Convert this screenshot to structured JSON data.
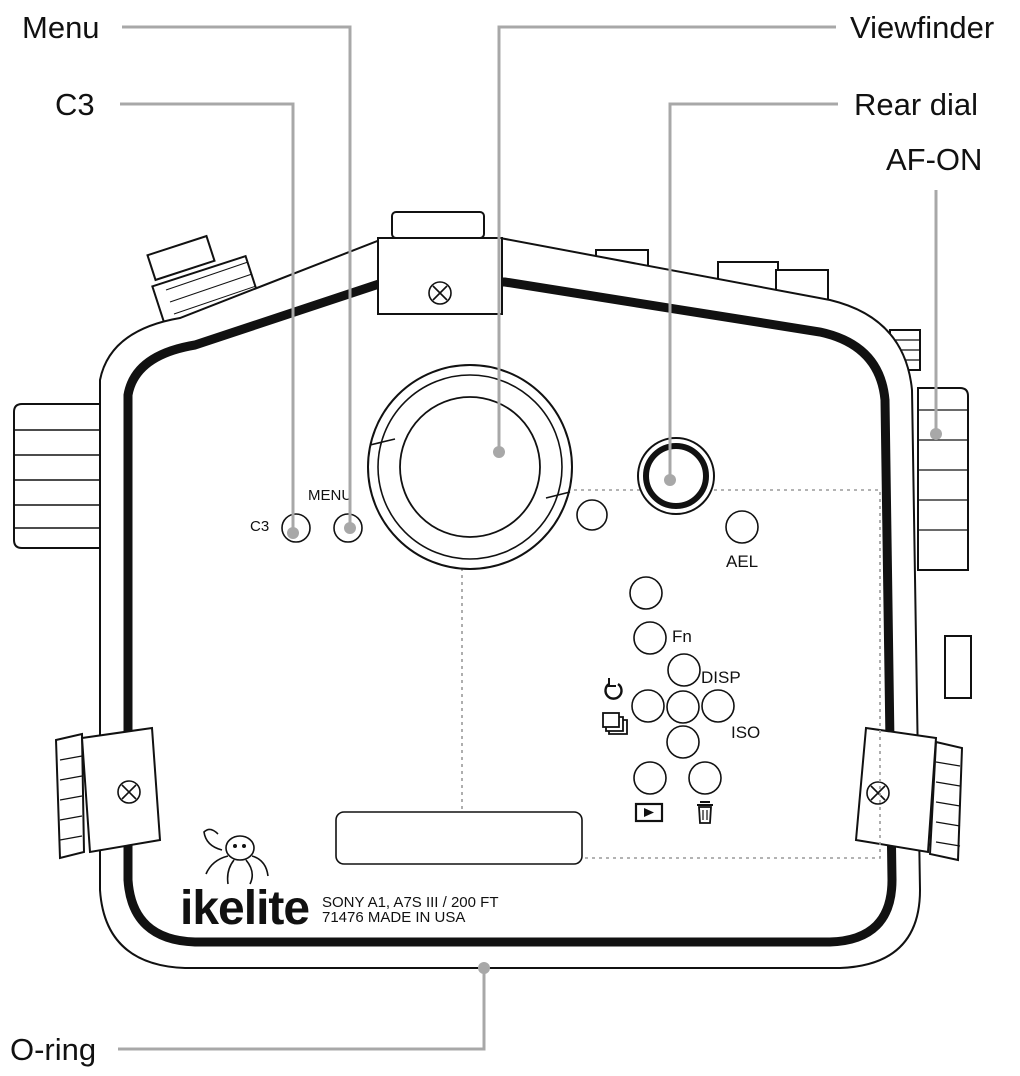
{
  "callouts": {
    "menu": "Menu",
    "c3": "C3",
    "viewfinder": "Viewfinder",
    "rear_dial": "Rear dial",
    "af_on": "AF-ON",
    "o_ring": "O-ring"
  },
  "buttons": {
    "c3": "C3",
    "menu": "MENU",
    "ael": "AEL",
    "fn": "Fn",
    "disp": "DISP",
    "iso": "ISO"
  },
  "brand": {
    "logo_text": "ikelite",
    "model_line": "SONY A1, A7S III / 200 FT",
    "part_line": "71476  MADE IN USA"
  },
  "colors": {
    "leader": "#a8a8a8",
    "outline": "#111111",
    "background": "#ffffff"
  },
  "icons": [
    "self-timer-icon",
    "drive-mode-icon",
    "playback-icon",
    "trash-icon",
    "octopus-logo-icon",
    "screw-icon"
  ]
}
